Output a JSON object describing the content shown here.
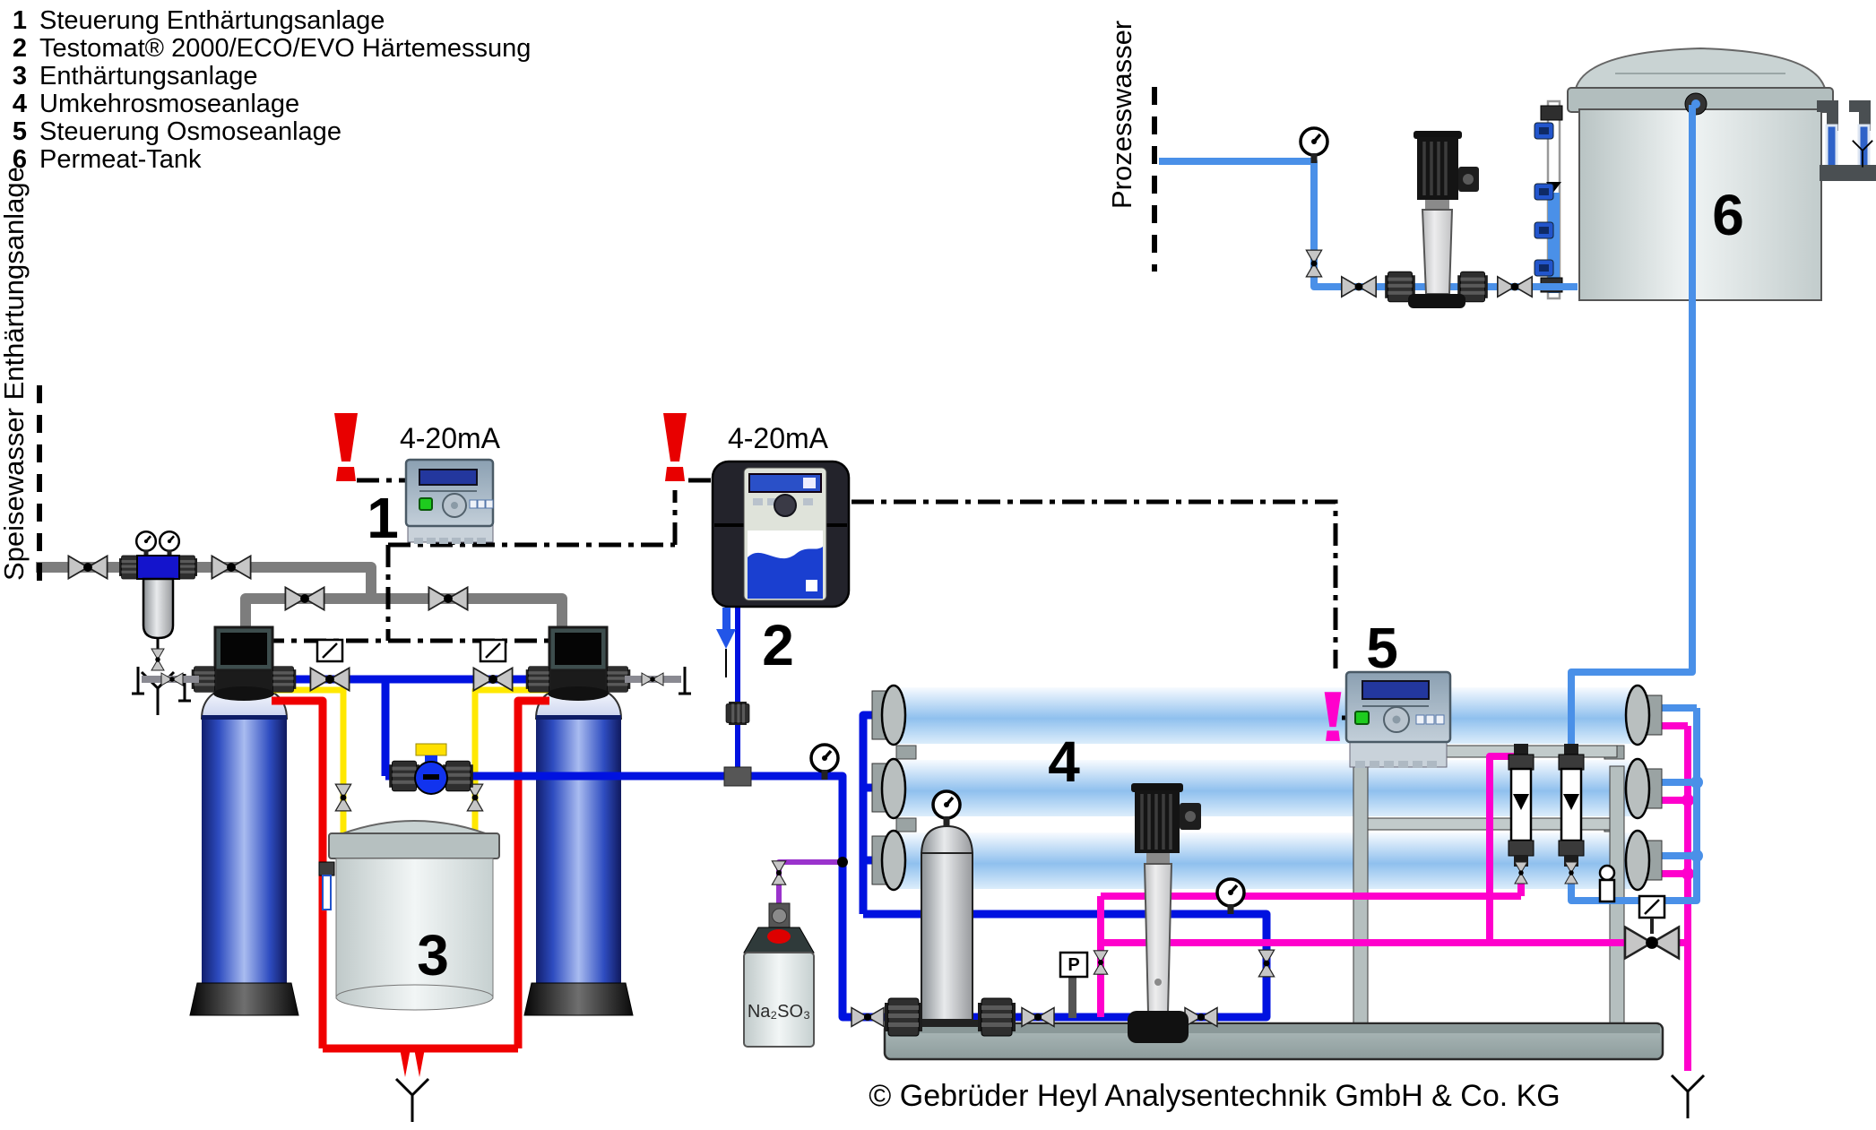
{
  "legend": {
    "items": [
      {
        "num": "1",
        "label": "Steuerung Enthärtungsanlage"
      },
      {
        "num": "2",
        "label": "Testomat® 2000/ECO/EVO Härtemessung"
      },
      {
        "num": "3",
        "label": "Enthärtungsanlage"
      },
      {
        "num": "4",
        "label": "Umkehrosmoseanlage"
      },
      {
        "num": "5",
        "label": "Steuerung Osmoseanlage"
      },
      {
        "num": "6",
        "label": "Permeat-Tank"
      }
    ]
  },
  "side_labels": {
    "feed": "Speisewasser Enthärtungsanlage",
    "process": "Prozesswasser"
  },
  "signal_labels": {
    "controller_softener": "4-20mA",
    "testomat": "4-20mA"
  },
  "diagram_numbers": {
    "softener_controller": "1",
    "testomat": "2",
    "softener_plant": "3",
    "ro_unit": "4",
    "osmosis_controller": "5",
    "permeat_tank": "6"
  },
  "labels": {
    "pressure_switch": "P",
    "dosing_chemical": "Na₂SO₃"
  },
  "footer": {
    "copyright": "© Gebrüder Heyl Analysentechnik GmbH & Co. KG"
  },
  "colors": {
    "feed": "#7d7d7d",
    "soft": "#0012e0",
    "perm": "#4a90e8",
    "conc": "#ff00cc",
    "brine": "#ffe800",
    "drain": "#f00000",
    "dose": "#9a33cc",
    "alarm_red": "#e80000",
    "alarm_magenta": "#ff00cc",
    "membrane_blue": "#97c8f2",
    "tank_blue": "#2e4cc0"
  }
}
